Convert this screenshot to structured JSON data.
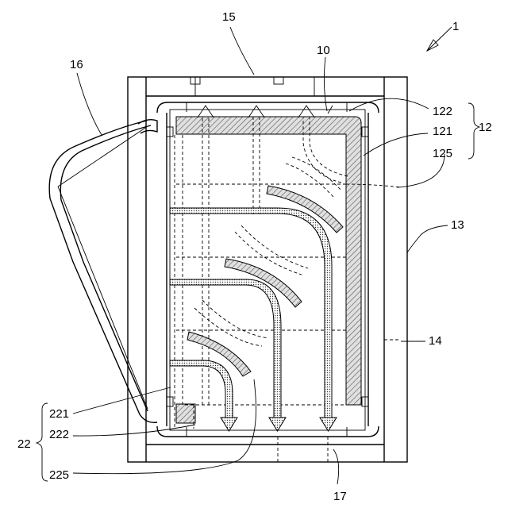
{
  "figure": {
    "labels": {
      "device": "1",
      "top_module": "15",
      "duct_left": "16",
      "layer": "10",
      "layer_top": "122",
      "layer_side": "121",
      "bracket_group": "12",
      "layer_corner": "125",
      "housing_side": "13",
      "port": "14",
      "inner_1": "221",
      "inner_2": "222",
      "inner_group": "22",
      "inner_corner": "225",
      "bottom": "17"
    }
  }
}
